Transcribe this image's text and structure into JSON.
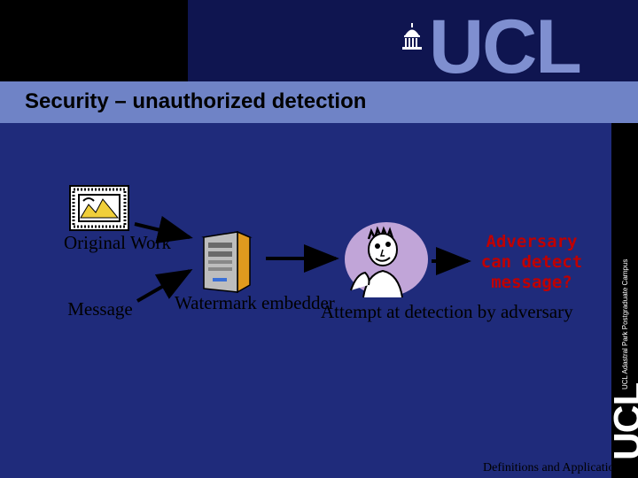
{
  "header": {
    "logo_text": "UCL",
    "title": "Security – unauthorized detection"
  },
  "sidebar": {
    "vertical_text": "UCL Adastral Park Postgraduate Campus",
    "logo_text": "UCL"
  },
  "diagram": {
    "original_work_label": "Original Work",
    "message_label": "Message",
    "embedder_label": "Watermark embedder",
    "attempt_label": "Attempt at detection by adversary",
    "result_text": "Adversary can detect message?"
  },
  "footer": {
    "text": "Definitions and Applications"
  },
  "icons": {
    "original_work": "framed-picture-icon",
    "embedder": "computer-tower-icon",
    "adversary": "adversary-face-icon",
    "logo_building": "ucl-portico-icon"
  },
  "colors": {
    "background": "#1f2b7b",
    "title_band": "#6f83c6",
    "logo": "#7f8fd0",
    "result_text": "#c00000"
  }
}
